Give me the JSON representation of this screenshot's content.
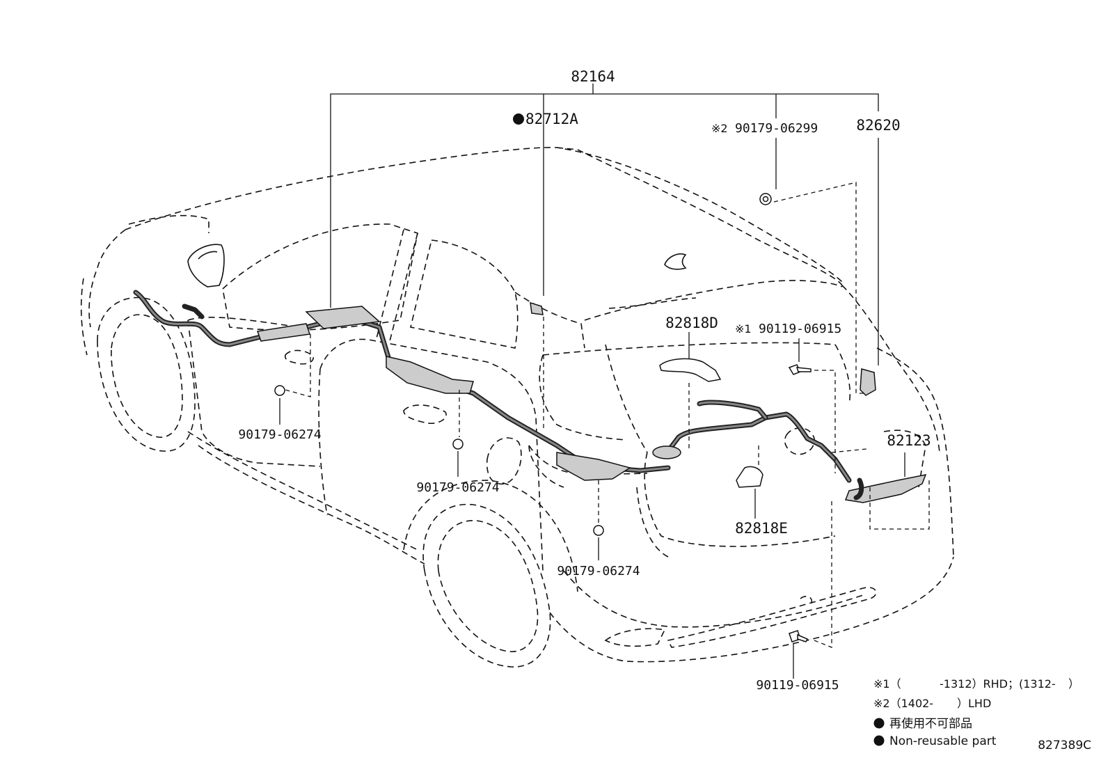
{
  "parts": {
    "p82164": "82164",
    "p82712A": "82712A",
    "p90179_06299": "90179-06299",
    "p82620": "82620",
    "p82818D": "82818D",
    "p90119_06915_a": "90119-06915",
    "p90179_06274_a": "90179-06274",
    "p90179_06274_b": "90179-06274",
    "p90179_06274_c": "90179-06274",
    "p82123": "82123",
    "p82818E": "82818E",
    "p90119_06915_b": "90119-06915"
  },
  "markers": {
    "note1": "※1",
    "note2": "※2"
  },
  "legend": {
    "note1_a": "※1（",
    "note1_b": "-1312）RHD；(1312-",
    "note1_c": "）",
    "note2_a": "※2（1402-",
    "note2_b": "）LHD",
    "nonreusable_jp": "再使用不可部品",
    "nonreusable_en": "Non-reusable part"
  },
  "figure_ref": "827389C"
}
